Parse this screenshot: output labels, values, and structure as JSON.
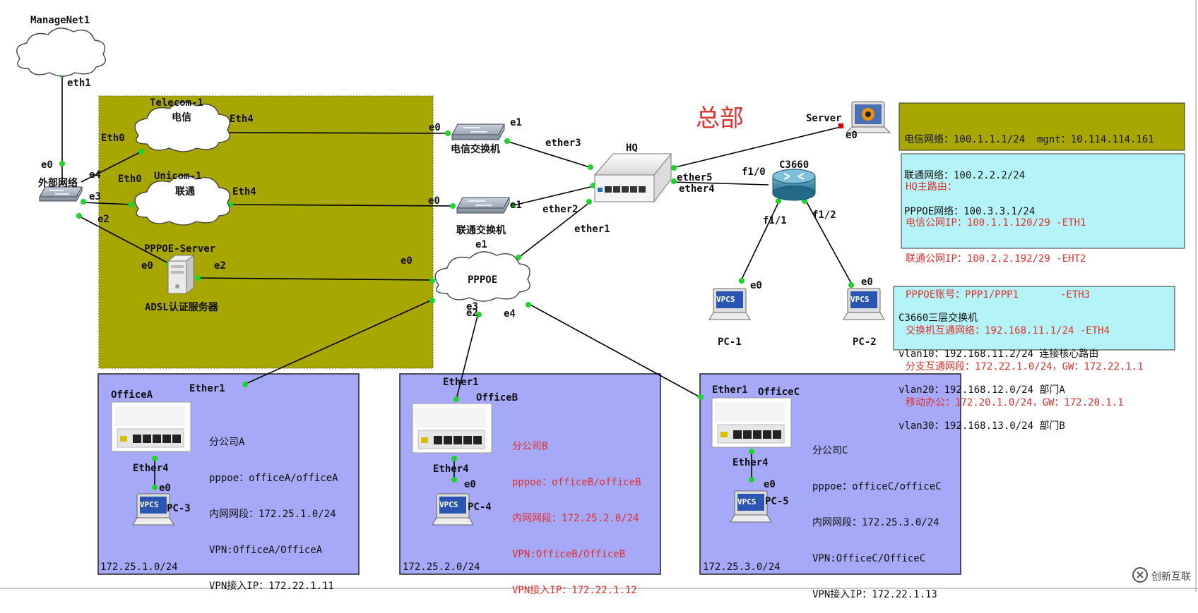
{
  "title": "总部",
  "nodes": {
    "managenet1": "ManageNet1",
    "outer_switch": "外部网络",
    "telecom_cloud_name": "Telecom-1",
    "telecom_cloud_text": "电信",
    "unicom_cloud_name": "Unicom-1",
    "unicom_cloud_text": "联通",
    "pppoe_server": "PPPOE-Server",
    "adsl_server": "ADSL认证服务器",
    "telecom_switch": "电信交换机",
    "unicom_switch": "联通交换机",
    "hq": "HQ",
    "pppoe_cloud": "PPPOE",
    "server": "Server",
    "c3660": "C3660",
    "pc1": "PC-1",
    "pc2": "PC-2",
    "pc3": "PC-3",
    "pc4": "PC-4",
    "pc5": "PC-5",
    "officeA": "OfficeA",
    "officeB": "OfficeB",
    "officeC": "OfficeC",
    "vpcs": "VPCS"
  },
  "ports": {
    "eth1": "eth1",
    "e0": "e0",
    "e1": "e1",
    "e2": "e2",
    "e3": "e3",
    "e4": "e4",
    "Eth0": "Eth0",
    "Eth4": "Eth4",
    "ether1": "ether1",
    "ether2": "ether2",
    "ether3": "ether3",
    "ether4": "ether4",
    "ether5": "ether5",
    "f1_0": "f1/0",
    "f1_1": "f1/1",
    "f1_2": "f1/2",
    "Ether1": "Ether1",
    "Ether4": "Ether4"
  },
  "isp_box": [
    "电信网络：100.1.1.1/24  mgnt：10.114.114.161",
    "联通网络：100.2.2.2/24",
    "PPPOE网络：100.3.3.1/24"
  ],
  "hq_box": [
    "HQ主路由：",
    "电信公网IP：100.1.1.120/29 -ETH1",
    "联通公网IP：100.2.2.192/29 -EHT2",
    "PPPOE账号：PPP1/PPP1       -ETH3",
    "交换机互通网络：192.168.11.1/24 -ETH4",
    "分支互通网段：172.22.1.0/24，GW：172.22.1.1",
    "移动办公：172.20.1.0/24，GW：172.20.1.1"
  ],
  "c3660_box": [
    "C3660三层交换机",
    "vlan10：192.168.11.2/24 连接核心路由",
    "vlan20：192.168.12.0/24 部门A",
    "vlan30：192.168.13.0/24 部门B"
  ],
  "officeA_info": [
    "分公司A",
    "pppoe：officeA/officeA",
    "内网网段：172.25.1.0/24",
    "VPN:OfficeA/OfficeA",
    "VPN接入IP：172.22.1.11"
  ],
  "officeB_info": [
    "分公司B",
    "pppoe：officeB/officeB",
    "内网网段：172.25.2.0/24",
    "VPN:OfficeB/OfficeB",
    "VPN接入IP：172.22.1.12"
  ],
  "officeC_info": [
    "分公司C",
    "pppoe：officeC/officeC",
    "内网网段：172.25.3.0/24",
    "VPN:OfficeC/OfficeC",
    "VPN接入IP：172.22.1.13"
  ],
  "subnets": {
    "a": "172.25.1.0/24",
    "b": "172.25.2.0/24",
    "c": "172.25.3.0/24"
  },
  "watermark": "创新互联",
  "colors": {
    "isp_area": "#a8a600",
    "office_area": "#a6a8f8",
    "info_box_cyan": "#b4f4f8",
    "red_text": "#e0302a",
    "link_dot": "#1bd62a"
  }
}
